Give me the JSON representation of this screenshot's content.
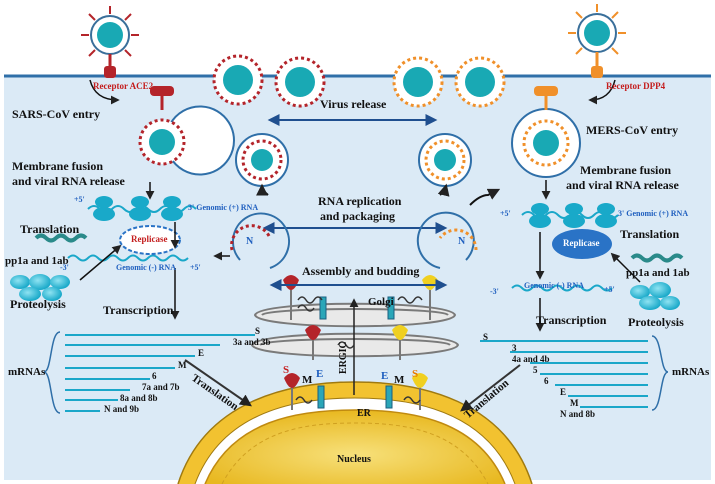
{
  "receptors": {
    "left": "Receptor ACE2",
    "right": "Receptor DPP4"
  },
  "entry": {
    "left": "SARS-CoV entry",
    "right": "MERS-CoV entry"
  },
  "fusion": {
    "left_line1": "Membrane fusion",
    "left_line2": "and viral RNA release",
    "right_line1": "Membrane fusion",
    "right_line2": "and viral RNA release"
  },
  "center": {
    "release": "Virus release",
    "replication_line1": "RNA replication",
    "replication_line2": "and packaging",
    "assembly": "Assembly and budding",
    "golgi": "Golgi",
    "ergic": "ERGIC",
    "er": "ER",
    "nucleus": "Nucleus"
  },
  "rna": {
    "left_plus5": "+5'",
    "left_genomic_plus": "3' Genomic (+) RNA",
    "left_minus3": "-3'",
    "left_genomic_minus": "Genomic (-) RNA",
    "left_plus5b": "+5'",
    "right_plus5": "+5'",
    "right_genomic_plus": "3' Genomic (+) RNA",
    "right_minus3": "-3'",
    "right_genomic_minus": "Genomic (-) RNA",
    "right_plus5b": "+5'"
  },
  "left_process": {
    "translation": "Translation",
    "replicase": "Replicase",
    "pp": "pp1a and 1ab",
    "proteolysis": "Proteolysis",
    "transcription": "Transcription",
    "mrnas": "mRNAs",
    "translation2": "Translation"
  },
  "right_process": {
    "translation": "Translation",
    "replicase": "Replicase",
    "pp": "pp1a and 1ab",
    "proteolysis": "Proteolysis",
    "transcription": "Transcription",
    "mrnas": "mRNAs",
    "translation2": "Translation"
  },
  "left_genes": [
    "S",
    "3a and 3b",
    "E",
    "M",
    "6",
    "7a and 7b",
    "8a and 8b",
    "N and 9b"
  ],
  "right_genes": [
    "S",
    "3",
    "4a and 4b",
    "5",
    "6",
    "E",
    "M",
    "N and 8b"
  ],
  "protein_letters": {
    "s1": "S",
    "m1": "M",
    "e1": "E",
    "e2": "E",
    "m2": "M",
    "s2": "S",
    "n_left": "N",
    "n_right": "N"
  },
  "colors": {
    "cell": "#daeaf5",
    "membrane": "#2f6fa8",
    "golgi": "#8f8f8f",
    "er": "#f2c230",
    "nucleus": "#f5d34a",
    "sars_spike": "#b4242a",
    "mers_spike": "#f0902a",
    "virus_core": "#19a9b4",
    "rna": "#1aa7c9",
    "arrow": "#1f5fbf",
    "replicase": "#2a73c6"
  }
}
